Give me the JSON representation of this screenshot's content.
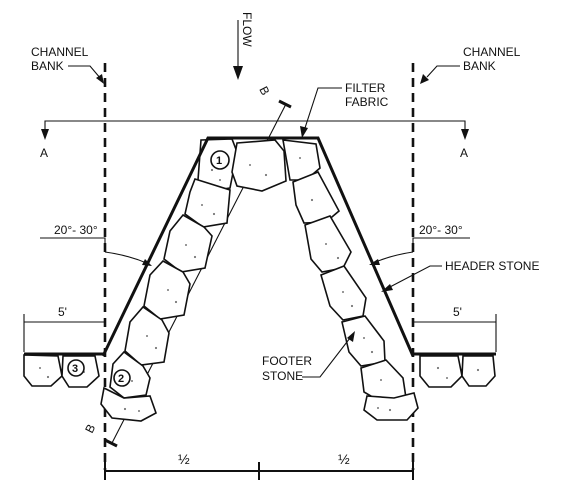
{
  "labels": {
    "flow": "FLOW",
    "channel_bank_left_line1": "CHANNEL",
    "channel_bank_left_line2": "BANK",
    "channel_bank_right_line1": "CHANNEL",
    "channel_bank_right_line2": "BANK",
    "filter_fabric_line1": "FILTER",
    "filter_fabric_line2": "FABRIC",
    "header_stone": "HEADER STONE",
    "footer_stone_line1": "FOOTER",
    "footer_stone_line2": "STONE",
    "section_a_left": "A",
    "section_a_right": "A",
    "section_b_top": "B",
    "section_b_bottom": "B",
    "angle_left": "20°- 30°",
    "angle_right": "20°- 30°",
    "dim_left": "5'",
    "dim_right": "5'",
    "half_left": "½",
    "half_right": "½"
  },
  "callouts": [
    "1",
    "2",
    "3"
  ],
  "colors": {
    "ink": "#111111",
    "speckle": "#777777",
    "background": "#ffffff"
  }
}
